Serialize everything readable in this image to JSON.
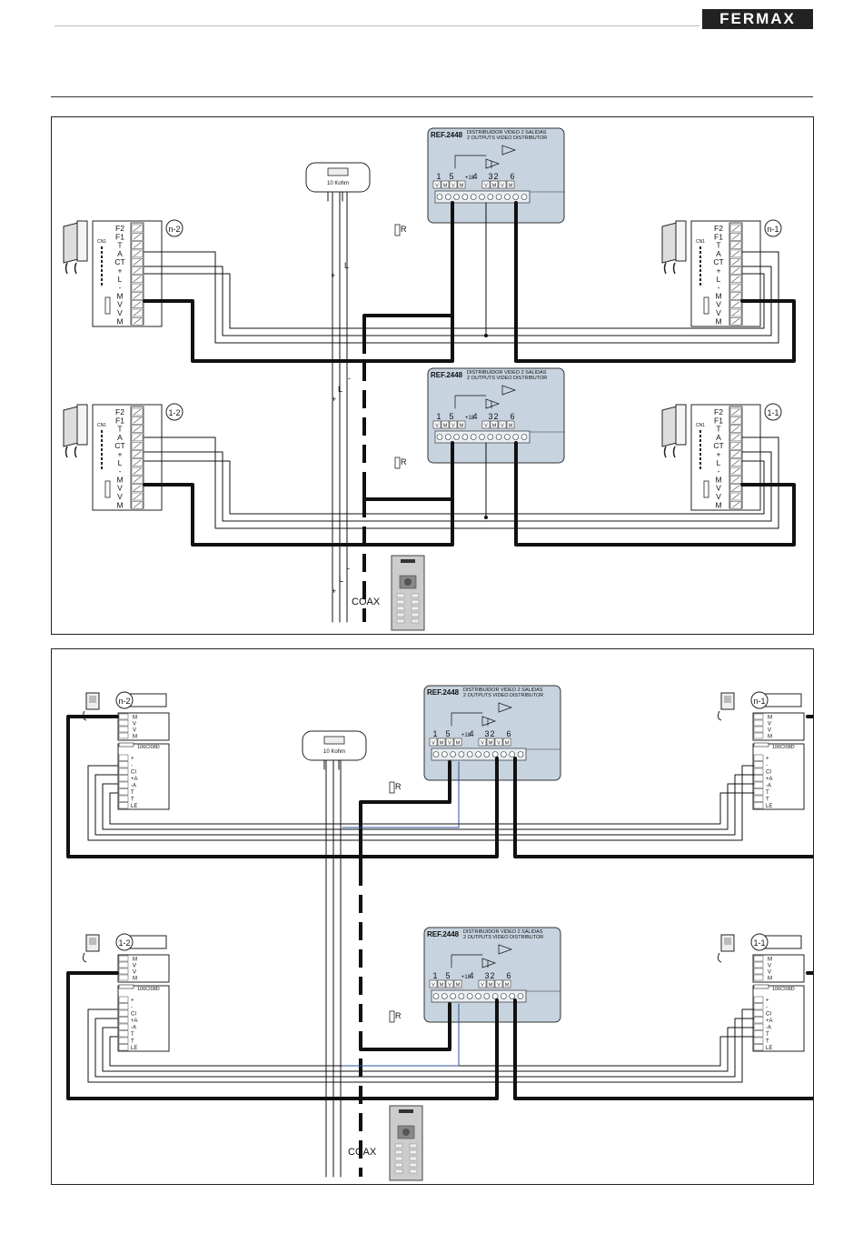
{
  "brand": {
    "logo": "FERMAX"
  },
  "diagram1": {
    "distributor": {
      "ref": "REF.2448",
      "title_es": "DISTRIBUIDOR VIDEO 2 SALIDAS",
      "title_en": "2 OUTPUTS VIDEO DISTRIBUTOR",
      "ports": [
        "1",
        "5",
        "+18",
        "4",
        "3",
        "2",
        "6"
      ],
      "terms": [
        "V",
        "M",
        "V",
        "M",
        "V",
        "M",
        "V",
        "M"
      ]
    },
    "resistor": "10 Kohm",
    "r_label": "R",
    "monitor_terminals": [
      "F2",
      "F1",
      "T",
      "A",
      "CT",
      "+",
      "L",
      "-",
      "M",
      "V",
      "V",
      "M"
    ],
    "cn1": "CN1",
    "monitors": [
      "n-2",
      "n-1",
      "1-2",
      "1-1"
    ],
    "bus_labels": [
      "L",
      "+",
      "-",
      "L",
      "+",
      "-",
      "L",
      "+"
    ],
    "coax": "COAX"
  },
  "diagram2": {
    "monitor_terminals_top": [
      "M",
      "V",
      "V",
      "M"
    ],
    "module": "106CI08D",
    "monitor_terminals_bottom": [
      "+",
      "-",
      "CI",
      "+A",
      "-A",
      "T",
      "T",
      "LE"
    ],
    "monitors": [
      "n-2",
      "n-1",
      "1-2",
      "1-1"
    ],
    "coax": "COAX"
  }
}
